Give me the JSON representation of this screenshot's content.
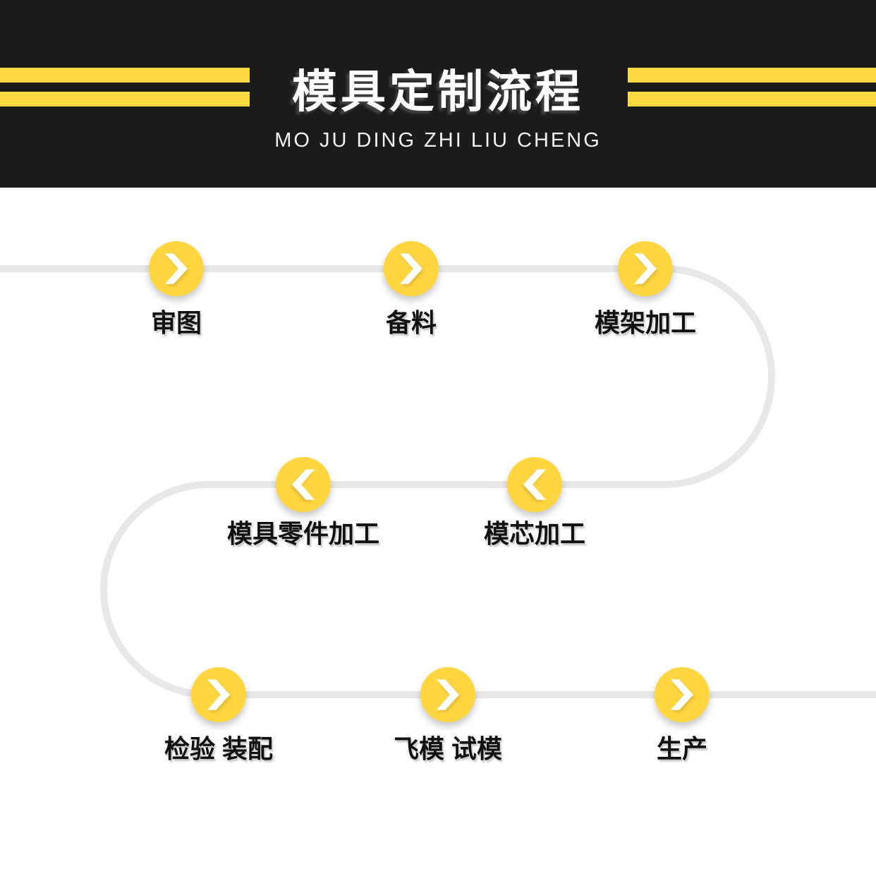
{
  "header": {
    "title": "模具定制流程",
    "subtitle": "MO JU DING ZHI LIU CHENG",
    "background_color": "#1b1b1b",
    "stripe_color": "#ffd943",
    "text_color": "#ffffff"
  },
  "flow": {
    "path_color": "#e8e8e8",
    "node_color": "#ffd640",
    "chevron_color": "#ffffff",
    "label_color": "#111111",
    "steps": [
      {
        "label": "审图",
        "direction": "right"
      },
      {
        "label": "备料",
        "direction": "right"
      },
      {
        "label": "模架加工",
        "direction": "right"
      },
      {
        "label": "模芯加工",
        "direction": "left"
      },
      {
        "label": "模具零件加工",
        "direction": "left"
      },
      {
        "label": "检验 装配",
        "direction": "right"
      },
      {
        "label": "飞模 试模",
        "direction": "right"
      },
      {
        "label": "生产",
        "direction": "right"
      }
    ]
  }
}
